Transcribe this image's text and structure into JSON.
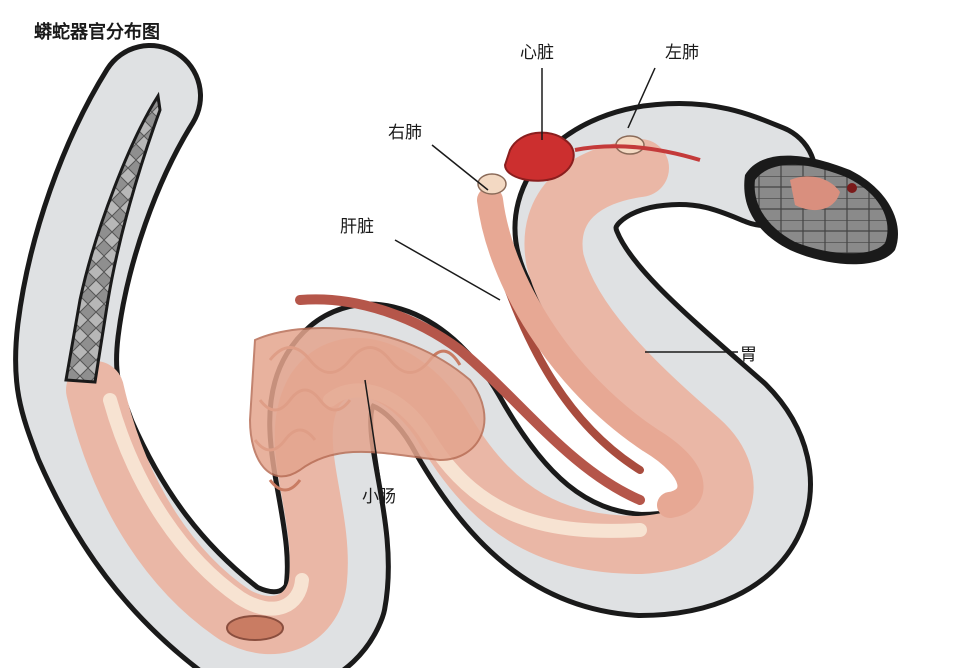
{
  "title": "蟒蛇器官分布图",
  "labels": {
    "heart": "心脏",
    "left_lung": "左肺",
    "right_lung": "右肺",
    "liver": "肝脏",
    "stomach": "胃",
    "small_intestine": "小肠"
  },
  "colors": {
    "outline": "#1a1a1a",
    "body_inner": "#dfe1e3",
    "organ_pink": "#eab7a6",
    "organ_dark": "#c97c63",
    "heart_red": "#cc2f2f",
    "liver_brown": "#b5564a",
    "pale_cream": "#f7e3d2",
    "scale_gray": "#9a9a9a"
  }
}
